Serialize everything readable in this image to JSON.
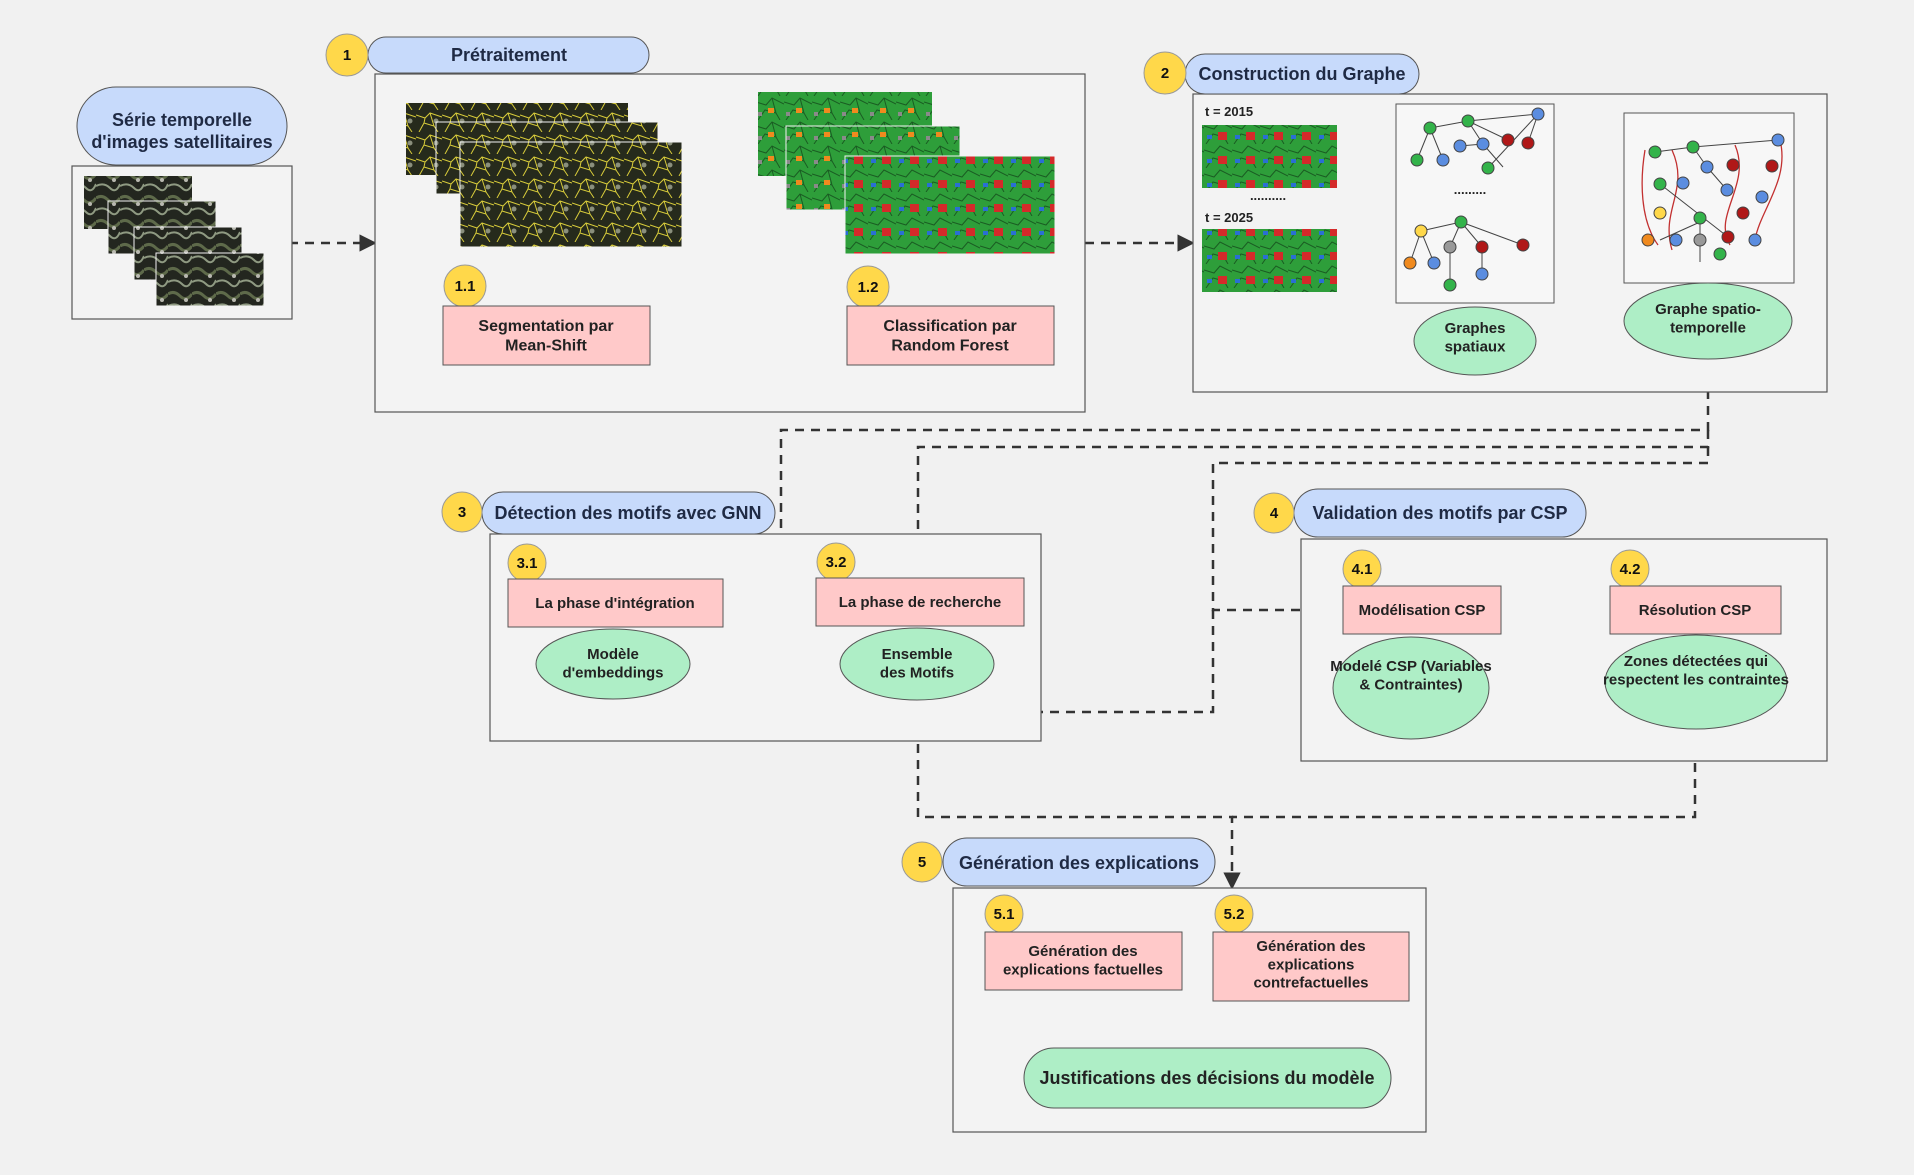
{
  "colors": {
    "background": "#f1f1f1",
    "pill": "#c7dafb",
    "badge": "#ffd84a",
    "step_box": "#ffc9c9",
    "ellipse": "#aeeec6",
    "border": "#555555",
    "connector": "#333333",
    "vegetation": "#2e9e3a",
    "urban": "#d42a2a",
    "water": "#2a6fd4",
    "agriculture": "#f08a1e"
  },
  "input": {
    "title": "Série temporelle d'images satellitaires"
  },
  "stage1": {
    "badge": "1",
    "title": "Prétraitement",
    "s11_badge": "1.1",
    "s11_label": "Segmentation par Mean-Shift",
    "s12_badge": "1.2",
    "s12_label": "Classification par Random Forest"
  },
  "stage2": {
    "badge": "2",
    "title": "Construction du Graphe",
    "t_start": "t = 2015",
    "t_end": "t = 2025",
    "dots_left": "..........",
    "dots_mid": ".........",
    "spatial_graphs": "Graphes spatiaux",
    "spatiotemporal_graph": "Graphe spatio- temporelle"
  },
  "stage3": {
    "badge": "3",
    "title": "Détection des motifs avec GNN",
    "s31_badge": "3.1",
    "s31_label": "La phase d'intégration",
    "s32_badge": "3.2",
    "s32_label": "La phase de recherche",
    "embed_model": "Modèle d'embeddings",
    "motif_set": "Ensemble des Motifs"
  },
  "stage4": {
    "badge": "4",
    "title": "Validation des motifs par CSP",
    "s41_badge": "4.1",
    "s41_label": "Modélisation CSP",
    "s42_badge": "4.2",
    "s42_label": "Résolution CSP",
    "csp_model": "Modelé CSP (Variables & Contraintes)",
    "zones": "Zones détectées qui respectent les contraintes"
  },
  "stage5": {
    "badge": "5",
    "title": "Génération des explications",
    "s51_badge": "5.1",
    "s51_label": "Génération des explications factuelles",
    "s52_badge": "5.2",
    "s52_label": "Génération des explications contrefactuelles",
    "justifications": "Justifications des décisions du modèle"
  }
}
